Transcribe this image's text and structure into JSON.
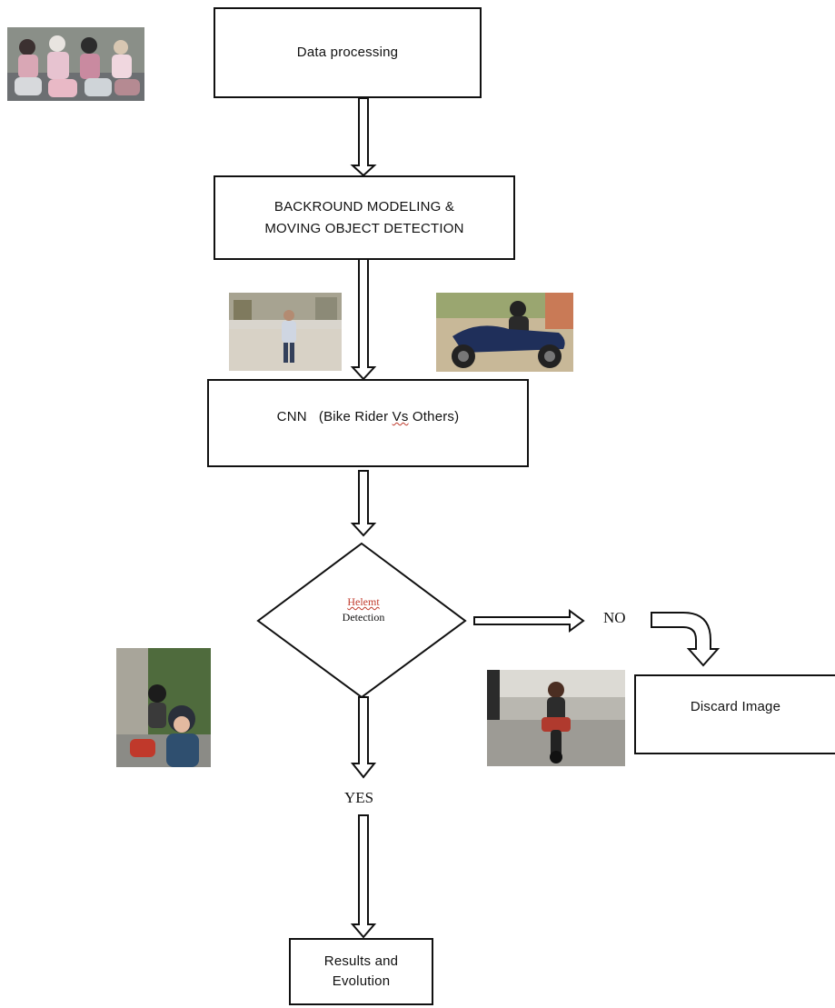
{
  "nodes": {
    "data_processing": "Data processing",
    "background_modeling_line1": "BACKROUND MODELING &",
    "background_modeling_line2": "MOVING OBJECT DETECTION",
    "cnn_prefix": "CNN   (Bike Rider ",
    "cnn_vs": "Vs",
    "cnn_suffix": " Others)",
    "helmet_word": "Helemt",
    "helmet_detection": "Detection",
    "discard_image": "Discard Image",
    "results_line1": "Results and",
    "results_line2": "Evolution"
  },
  "edge_labels": {
    "no": "NO",
    "yes": "YES"
  },
  "photos": [
    "scooter-crowd-photo",
    "pedestrian-photo",
    "motorbike-rider-photo",
    "helmet-riders-photo",
    "no-helmet-rider-photo"
  ]
}
